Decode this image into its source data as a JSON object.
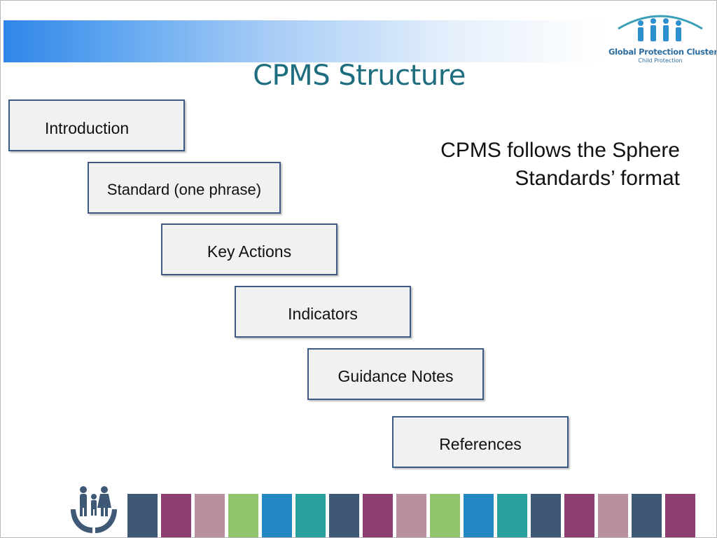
{
  "header": {
    "title": "CPMS Structure",
    "logo_name": "Global Protection Cluster",
    "logo_sub": "Child Protection"
  },
  "diagram": {
    "steps": [
      "Introduction",
      "Standard (one phrase)",
      "Key Actions",
      "Indicators",
      "Guidance Notes",
      "References"
    ],
    "note_lines": [
      "CPMS follows the Sphere",
      "Standards’ format"
    ]
  },
  "colors": {
    "title": "#1f6e80",
    "box_border": "#3b5b86",
    "box_fill": "#f1f1f2",
    "stripes": [
      "#3e5875",
      "#8d3d6f",
      "#b7919e",
      "#92c46e",
      "#2388c3",
      "#2aa09e",
      "#3e5875",
      "#8d3d6f",
      "#b7919e",
      "#92c46e",
      "#2388c3",
      "#2aa09e",
      "#3e5875",
      "#8d3d6f",
      "#b7919e",
      "#3e5875",
      "#8d3d6f"
    ]
  },
  "icons": {
    "logo": "people-arc-logo-icon",
    "footer": "family-hands-icon"
  }
}
